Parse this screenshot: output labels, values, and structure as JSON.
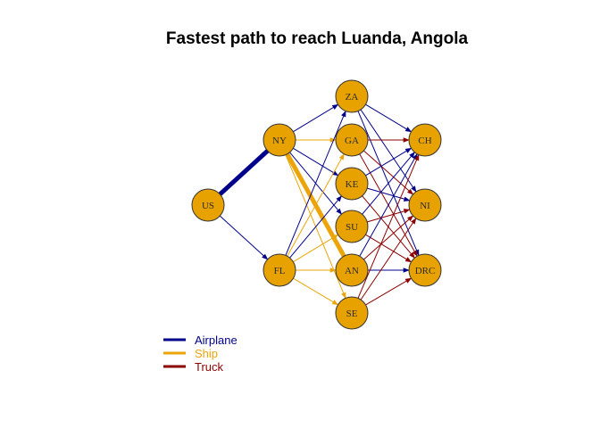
{
  "title": "Fastest path to reach Luanda, Angola",
  "colors": {
    "Airplane": "#00008B",
    "Ship": "#EBA50A",
    "Truck": "#8B0000",
    "node_fill": "#E8A200",
    "node_stroke": "#333333"
  },
  "legend": [
    {
      "mode": "Airplane",
      "label": "Airplane"
    },
    {
      "mode": "Ship",
      "label": "Ship"
    },
    {
      "mode": "Truck",
      "label": "Truck"
    }
  ],
  "nodes": [
    {
      "id": "US",
      "label": "US",
      "layer": 0
    },
    {
      "id": "NY",
      "label": "NY",
      "layer": 1
    },
    {
      "id": "FL",
      "label": "FL",
      "layer": 1
    },
    {
      "id": "ZA",
      "label": "ZA",
      "layer": 2
    },
    {
      "id": "GA",
      "label": "GA",
      "layer": 2
    },
    {
      "id": "KE",
      "label": "KE",
      "layer": 2
    },
    {
      "id": "SU",
      "label": "SU",
      "layer": 2
    },
    {
      "id": "AN",
      "label": "AN",
      "layer": 2
    },
    {
      "id": "SE",
      "label": "SE",
      "layer": 2
    },
    {
      "id": "CH",
      "label": "CH",
      "layer": 3
    },
    {
      "id": "NI",
      "label": "NI",
      "layer": 3
    },
    {
      "id": "DRC",
      "label": "DRC",
      "layer": 3
    }
  ],
  "edges": [
    {
      "from": "US",
      "to": "NY",
      "mode": "Airplane",
      "highlight": true
    },
    {
      "from": "US",
      "to": "FL",
      "mode": "Airplane"
    },
    {
      "from": "NY",
      "to": "ZA",
      "mode": "Airplane"
    },
    {
      "from": "NY",
      "to": "GA",
      "mode": "Ship"
    },
    {
      "from": "NY",
      "to": "KE",
      "mode": "Airplane"
    },
    {
      "from": "NY",
      "to": "SU",
      "mode": "Airplane"
    },
    {
      "from": "NY",
      "to": "AN",
      "mode": "Ship",
      "highlight": true
    },
    {
      "from": "NY",
      "to": "SE",
      "mode": "Ship"
    },
    {
      "from": "FL",
      "to": "ZA",
      "mode": "Airplane"
    },
    {
      "from": "FL",
      "to": "GA",
      "mode": "Ship"
    },
    {
      "from": "FL",
      "to": "KE",
      "mode": "Airplane"
    },
    {
      "from": "FL",
      "to": "SU",
      "mode": "Ship"
    },
    {
      "from": "FL",
      "to": "AN",
      "mode": "Ship"
    },
    {
      "from": "FL",
      "to": "SE",
      "mode": "Ship"
    },
    {
      "from": "ZA",
      "to": "CH",
      "mode": "Airplane"
    },
    {
      "from": "ZA",
      "to": "NI",
      "mode": "Airplane"
    },
    {
      "from": "ZA",
      "to": "DRC",
      "mode": "Airplane"
    },
    {
      "from": "GA",
      "to": "CH",
      "mode": "Truck"
    },
    {
      "from": "GA",
      "to": "NI",
      "mode": "Truck"
    },
    {
      "from": "GA",
      "to": "DRC",
      "mode": "Truck"
    },
    {
      "from": "KE",
      "to": "CH",
      "mode": "Airplane"
    },
    {
      "from": "KE",
      "to": "NI",
      "mode": "Airplane"
    },
    {
      "from": "KE",
      "to": "DRC",
      "mode": "Truck"
    },
    {
      "from": "SU",
      "to": "CH",
      "mode": "Airplane"
    },
    {
      "from": "SU",
      "to": "NI",
      "mode": "Truck"
    },
    {
      "from": "SU",
      "to": "DRC",
      "mode": "Truck"
    },
    {
      "from": "AN",
      "to": "CH",
      "mode": "Airplane"
    },
    {
      "from": "AN",
      "to": "NI",
      "mode": "Truck"
    },
    {
      "from": "AN",
      "to": "DRC",
      "mode": "Airplane"
    },
    {
      "from": "SE",
      "to": "CH",
      "mode": "Truck"
    },
    {
      "from": "SE",
      "to": "NI",
      "mode": "Truck"
    },
    {
      "from": "SE",
      "to": "DRC",
      "mode": "Truck"
    }
  ]
}
